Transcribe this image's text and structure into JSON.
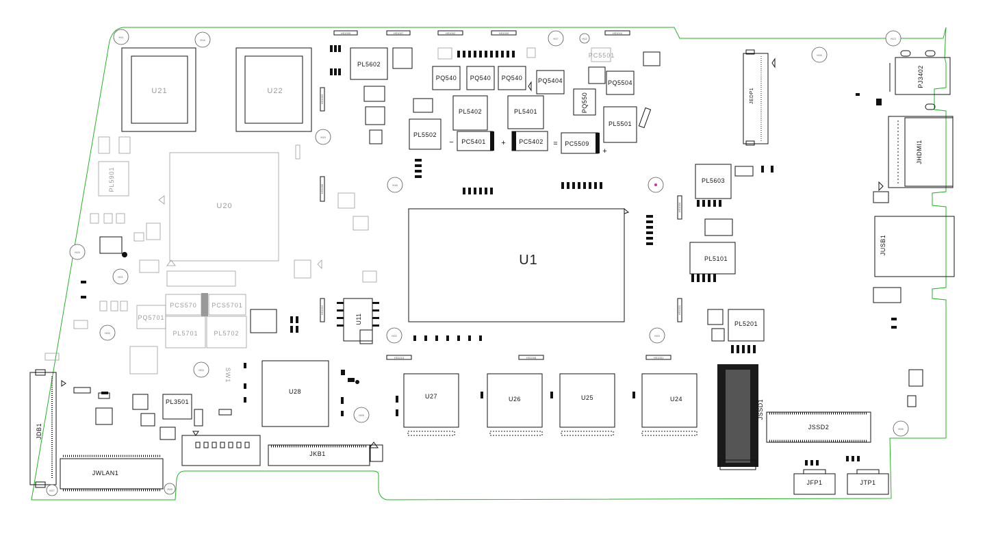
{
  "colors": {
    "outline": "#22b422",
    "part": "#111111",
    "faint": "#9a9a9a",
    "background": "#ffffff",
    "marker": "#d0309a"
  },
  "components": {
    "u1": "U1",
    "u20": "U20",
    "u21": "U21",
    "u22": "U22",
    "u24": "U24",
    "u25": "U25",
    "u26": "U26",
    "u27": "U27",
    "u28": "U28",
    "u11": "U11",
    "pl5602": "PL5602",
    "pl5402": "PL5402",
    "pl5401": "PL5401",
    "pl5501": "PL5501",
    "pl5502": "PL5502",
    "pl5603": "PL5603",
    "pl5101": "PL5101",
    "pl5201": "PL5201",
    "pl3501": "PL3501",
    "pl5901": "PL5901",
    "pl5701": "PL5701",
    "pl5702": "PL5702",
    "pc5401": "PC5401",
    "pc5402": "PC5402",
    "pc5509": "PC5509",
    "pc5501": "PC5501",
    "pcs5701": "PCS5701",
    "pcs5702": "PCS570",
    "pq5401": "PQ540",
    "pq5402": "PQ540",
    "pq5403": "PQ540",
    "pq5404": "PQ5404",
    "pq5503": "PQ550",
    "pq5504": "PQ5504",
    "pq5701": "PQ5701",
    "jedp1": "JEDP1",
    "jhdmi1": "JHDMI1",
    "jusb1": "JUSB1",
    "jssd1": "JSSD1",
    "jssd2": "JSSD2",
    "jdb1": "JDB1",
    "jwlan1": "JWLAN1",
    "jkb1": "JKB1",
    "jfp1": "JFP1",
    "jtp1": "JTP1",
    "pj3402": "PJ3402",
    "sw1": "SW1"
  },
  "heatsink_labels": [
    "HS1005",
    "HS1007",
    "HS1002",
    "HS1009",
    "HS1010",
    "HS1003",
    "HS1006",
    "HS1004",
    "HS1011",
    "HS1012",
    "HS1013",
    "HS1008",
    "HS1001"
  ],
  "mounting_holes": [
    "H11",
    "H14",
    "H17",
    "H12",
    "H16",
    "H13",
    "H19",
    "H18",
    "H15",
    "H21",
    "H20",
    "H22",
    "H23",
    "H24",
    "H25",
    "H26",
    "H27",
    "H28"
  ],
  "polarity_marks": [
    "−",
    "+",
    "=",
    "+"
  ]
}
